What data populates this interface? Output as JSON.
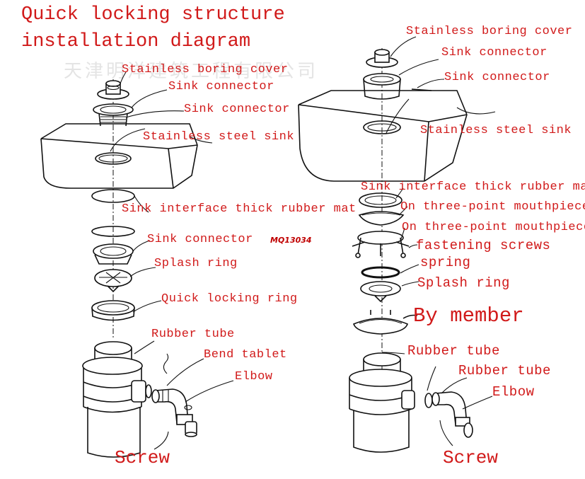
{
  "title": {
    "line1": "Quick locking structure",
    "line2": "installation diagram"
  },
  "watermark": "天津明洋建筑工程有限公司",
  "stamp": "MQ13034",
  "left": {
    "stainless_boring_cover": "Stainless boring cover",
    "sink_connector_1": "Sink connector",
    "sink_connector_2": "Sink connector",
    "stainless_steel_sink": "Stainless steel sink",
    "rubber_mat": "Sink interface thick rubber mat",
    "sink_connector_3": "Sink connector",
    "splash_ring": "Splash ring",
    "quick_locking_ring": "Quick locking ring",
    "rubber_tube": "Rubber tube",
    "bend_tablet": "Bend tablet",
    "elbow": "Elbow",
    "screw": "Screw"
  },
  "right": {
    "stainless_boring_cover": "Stainless boring cover",
    "sink_connector_1": "Sink connector",
    "sink_connector_2": "Sink connector",
    "stainless_steel_sink": "Stainless steel sink",
    "rubber_mat": "Sink interface thick rubber mat",
    "three_point_1": "On three-point mouthpiece",
    "three_point_2": "On three-point mouthpiece",
    "fastening_screws": "fastening screws",
    "spring": "spring",
    "splash_ring": "Splash ring",
    "by_member": "By member",
    "rubber_tube_1": "Rubber tube",
    "rubber_tube_2": "Rubber tube",
    "elbow": "Elbow",
    "screw": "Screw"
  }
}
